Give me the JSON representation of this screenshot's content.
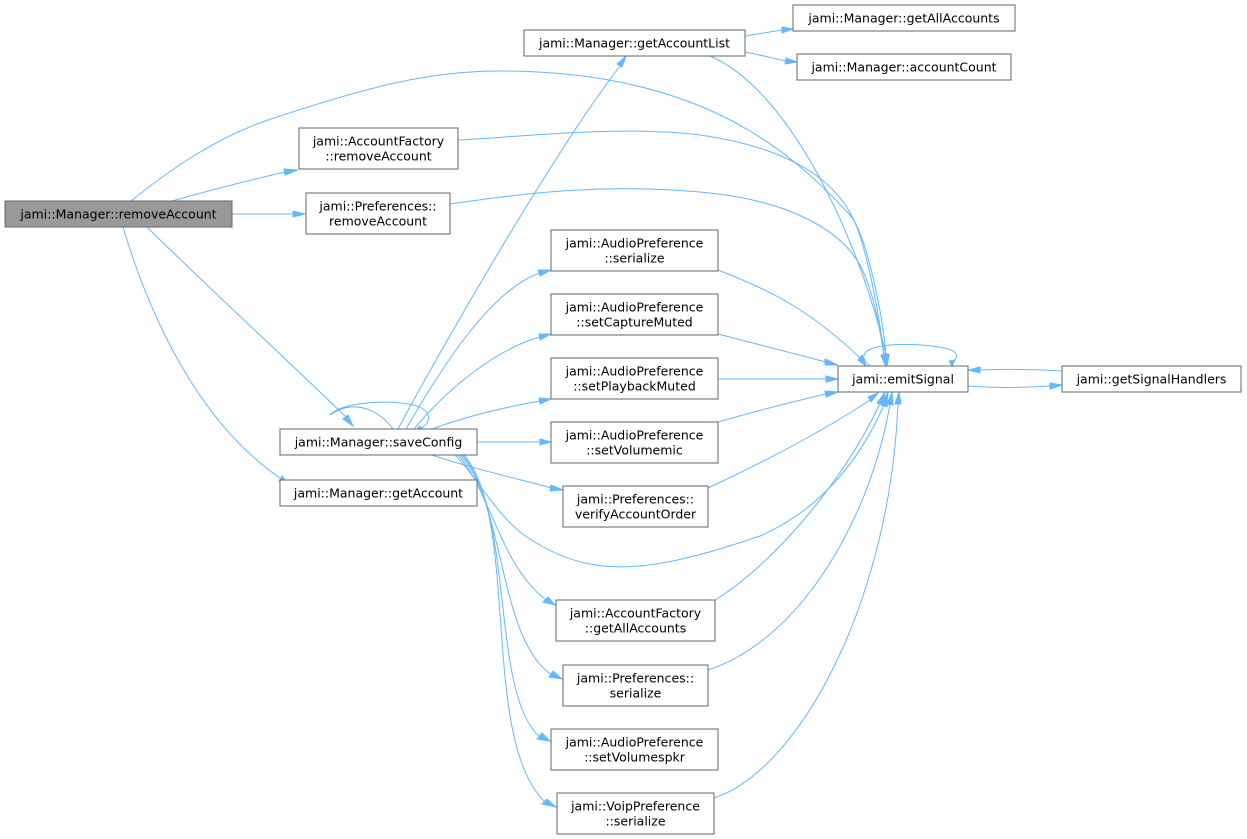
{
  "graph": {
    "nodes": [
      {
        "id": "removeAccount",
        "lines": [
          "jami::Manager::removeAccount"
        ],
        "root": true
      },
      {
        "id": "af_removeAccount",
        "lines": [
          "jami::AccountFactory",
          "::removeAccount"
        ]
      },
      {
        "id": "pref_removeAccount",
        "lines": [
          "jami::Preferences::",
          "removeAccount"
        ]
      },
      {
        "id": "saveConfig",
        "lines": [
          "jami::Manager::saveConfig"
        ]
      },
      {
        "id": "getAccount",
        "lines": [
          "jami::Manager::getAccount"
        ]
      },
      {
        "id": "getAccountList",
        "lines": [
          "jami::Manager::getAccountList"
        ]
      },
      {
        "id": "getAllAccounts_mgr",
        "lines": [
          "jami::Manager::getAllAccounts"
        ]
      },
      {
        "id": "accountCount",
        "lines": [
          "jami::Manager::accountCount"
        ]
      },
      {
        "id": "ap_serialize",
        "lines": [
          "jami::AudioPreference",
          "::serialize"
        ]
      },
      {
        "id": "ap_setCaptureMuted",
        "lines": [
          "jami::AudioPreference",
          "::setCaptureMuted"
        ]
      },
      {
        "id": "ap_setPlaybackMuted",
        "lines": [
          "jami::AudioPreference",
          "::setPlaybackMuted"
        ]
      },
      {
        "id": "ap_setVolumemic",
        "lines": [
          "jami::AudioPreference",
          "::setVolumemic"
        ]
      },
      {
        "id": "pref_verifyAccountOrder",
        "lines": [
          "jami::Preferences::",
          "verifyAccountOrder"
        ]
      },
      {
        "id": "af_getAllAccounts",
        "lines": [
          "jami::AccountFactory",
          "::getAllAccounts"
        ]
      },
      {
        "id": "pref_serialize",
        "lines": [
          "jami::Preferences::",
          "serialize"
        ]
      },
      {
        "id": "ap_setVolumespkr",
        "lines": [
          "jami::AudioPreference",
          "::setVolumespkr"
        ]
      },
      {
        "id": "vp_serialize",
        "lines": [
          "jami::VoipPreference",
          "::serialize"
        ]
      },
      {
        "id": "emitSignal",
        "lines": [
          "jami::emitSignal"
        ]
      },
      {
        "id": "getSignalHandlers",
        "lines": [
          "jami::getSignalHandlers"
        ]
      }
    ],
    "edges": [
      [
        "removeAccount",
        "af_removeAccount"
      ],
      [
        "removeAccount",
        "pref_removeAccount"
      ],
      [
        "removeAccount",
        "saveConfig"
      ],
      [
        "removeAccount",
        "getAccount"
      ],
      [
        "removeAccount",
        "emitSignal"
      ],
      [
        "af_removeAccount",
        "emitSignal"
      ],
      [
        "pref_removeAccount",
        "emitSignal"
      ],
      [
        "saveConfig",
        "saveConfig"
      ],
      [
        "saveConfig",
        "getAccountList"
      ],
      [
        "saveConfig",
        "ap_serialize"
      ],
      [
        "saveConfig",
        "ap_setCaptureMuted"
      ],
      [
        "saveConfig",
        "ap_setPlaybackMuted"
      ],
      [
        "saveConfig",
        "ap_setVolumemic"
      ],
      [
        "saveConfig",
        "pref_verifyAccountOrder"
      ],
      [
        "saveConfig",
        "emitSignal"
      ],
      [
        "saveConfig",
        "af_getAllAccounts"
      ],
      [
        "saveConfig",
        "pref_serialize"
      ],
      [
        "saveConfig",
        "ap_setVolumespkr"
      ],
      [
        "saveConfig",
        "vp_serialize"
      ],
      [
        "getAccountList",
        "getAllAccounts_mgr"
      ],
      [
        "getAccountList",
        "accountCount"
      ],
      [
        "getAccountList",
        "emitSignal"
      ],
      [
        "ap_serialize",
        "emitSignal"
      ],
      [
        "ap_setCaptureMuted",
        "emitSignal"
      ],
      [
        "ap_setPlaybackMuted",
        "emitSignal"
      ],
      [
        "ap_setVolumemic",
        "emitSignal"
      ],
      [
        "pref_verifyAccountOrder",
        "emitSignal"
      ],
      [
        "af_getAllAccounts",
        "emitSignal"
      ],
      [
        "pref_serialize",
        "emitSignal"
      ],
      [
        "vp_serialize",
        "emitSignal"
      ],
      [
        "emitSignal",
        "emitSignal"
      ],
      [
        "emitSignal",
        "getSignalHandlers"
      ],
      [
        "getSignalHandlers",
        "emitSignal"
      ]
    ],
    "colors": {
      "edge": "#63b8ff",
      "node_border": "#666666",
      "root_fill": "#999999",
      "node_fill": "#ffffff"
    }
  }
}
